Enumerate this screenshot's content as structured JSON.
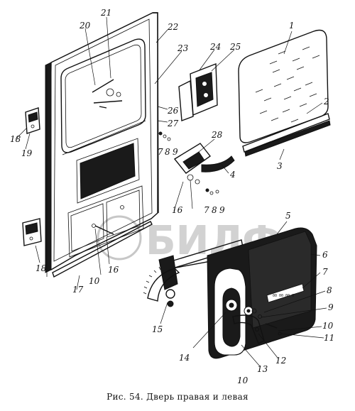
{
  "caption": "Рис. 54. Дверь правая и левая",
  "watermark_text": "БИЛФ",
  "callouts": [
    {
      "id": "c1",
      "text": "1"
    },
    {
      "id": "c2",
      "text": "2"
    },
    {
      "id": "c3",
      "text": "3"
    },
    {
      "id": "c4",
      "text": "4"
    },
    {
      "id": "c5",
      "text": "5"
    },
    {
      "id": "c6",
      "text": "6"
    },
    {
      "id": "c7a",
      "text": "7"
    },
    {
      "id": "c7b",
      "text": "7"
    },
    {
      "id": "c7c",
      "text": "7"
    },
    {
      "id": "c8a",
      "text": "8"
    },
    {
      "id": "c8b",
      "text": "8"
    },
    {
      "id": "c8c",
      "text": "8"
    },
    {
      "id": "c9a",
      "text": "9"
    },
    {
      "id": "c9b",
      "text": "9"
    },
    {
      "id": "c9c",
      "text": "9"
    },
    {
      "id": "c10a",
      "text": "10"
    },
    {
      "id": "c10b",
      "text": "10"
    },
    {
      "id": "c10c",
      "text": "10"
    },
    {
      "id": "c11",
      "text": "11"
    },
    {
      "id": "c12",
      "text": "12"
    },
    {
      "id": "c13",
      "text": "13"
    },
    {
      "id": "c14",
      "text": "14"
    },
    {
      "id": "c15",
      "text": "15"
    },
    {
      "id": "c16a",
      "text": "16"
    },
    {
      "id": "c16b",
      "text": "16"
    },
    {
      "id": "c17",
      "text": "17"
    },
    {
      "id": "c18a",
      "text": "18"
    },
    {
      "id": "c18b",
      "text": "18"
    },
    {
      "id": "c19",
      "text": "19"
    },
    {
      "id": "c20",
      "text": "20"
    },
    {
      "id": "c21",
      "text": "21"
    },
    {
      "id": "c22",
      "text": "22"
    },
    {
      "id": "c23",
      "text": "23"
    },
    {
      "id": "c24",
      "text": "24"
    },
    {
      "id": "c25",
      "text": "25"
    },
    {
      "id": "c26",
      "text": "26"
    },
    {
      "id": "c27",
      "text": "27"
    },
    {
      "id": "c28",
      "text": "28"
    }
  ]
}
